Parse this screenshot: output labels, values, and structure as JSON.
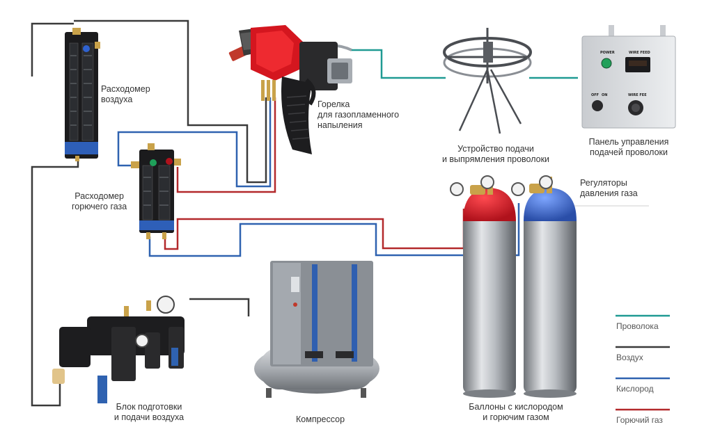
{
  "labels": {
    "air_flowmeter": [
      "Расходомер",
      "воздуха"
    ],
    "torch": [
      "Горелка",
      "для газопламенного",
      "напыления"
    ],
    "wire_feeder": [
      "Устройство подачи",
      "и выпрямления проволоки"
    ],
    "control_panel": [
      "Панель управления",
      "подачей проволоки"
    ],
    "fuel_flowmeter": [
      "Расходомер",
      "горючего газа"
    ],
    "regulators": [
      "Регуляторы",
      "давления газа"
    ],
    "air_unit": [
      "Блок подготовки",
      "и подачи воздуха"
    ],
    "compressor": "Компрессор",
    "cylinders": [
      "Баллоны с кислородом",
      "и горючим газом"
    ]
  },
  "panel_text": {
    "power": "POWER",
    "wire_feed": "WIRE FEED",
    "off": "OFF",
    "on": "ON",
    "wire_feed_knob": "WIRE FEE"
  },
  "legend": [
    {
      "label": "Проволока",
      "color": "#1f9a93"
    },
    {
      "label": "Воздух",
      "color": "#3a3a3a"
    },
    {
      "label": "Кислород",
      "color": "#2f62b0"
    },
    {
      "label": "Горючий газ",
      "color": "#b3292b"
    }
  ],
  "colors": {
    "wire": "#1f9a93",
    "air": "#3a3a3a",
    "oxygen": "#2f62b0",
    "fuel": "#b3292b"
  }
}
